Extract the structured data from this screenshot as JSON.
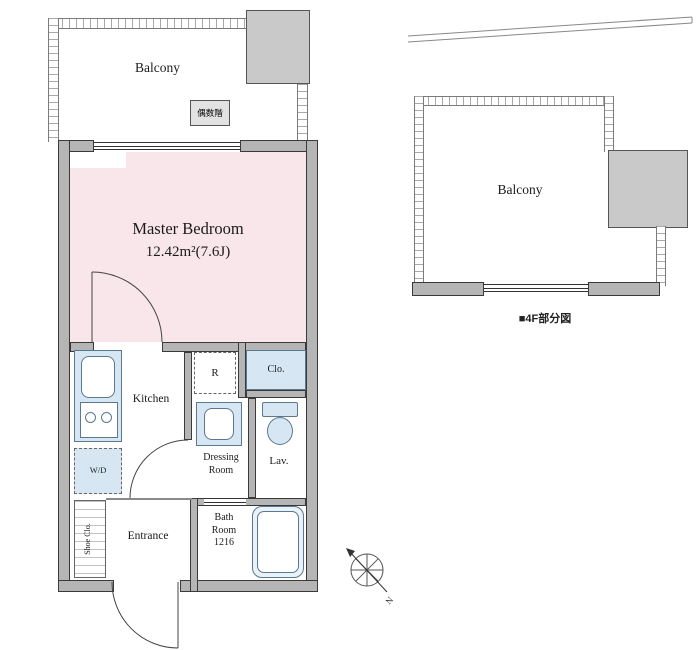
{
  "main_plan": {
    "balcony": "Balcony",
    "hatch_note": "偶数階",
    "bedroom_name": "Master Bedroom",
    "bedroom_size": "12.42m²(7.6J)",
    "kitchen": "Kitchen",
    "refrigerator": "R",
    "closet": "Clo.",
    "dressing_room": "Dressing Room",
    "lavatory": "Lav.",
    "washer_dryer": "W/D",
    "shoe_closet": "Shoe Clo.",
    "entrance": "Entrance",
    "bathroom": "Bath Room 1216"
  },
  "partial_plan": {
    "balcony": "Balcony",
    "caption": "■4F部分図"
  },
  "colors": {
    "bedroom_pink": "#f9e6eb",
    "fixture_blue": "#d6e7f3",
    "wall_gray": "#b5b5b5",
    "box_gray": "#c9c9c9"
  }
}
